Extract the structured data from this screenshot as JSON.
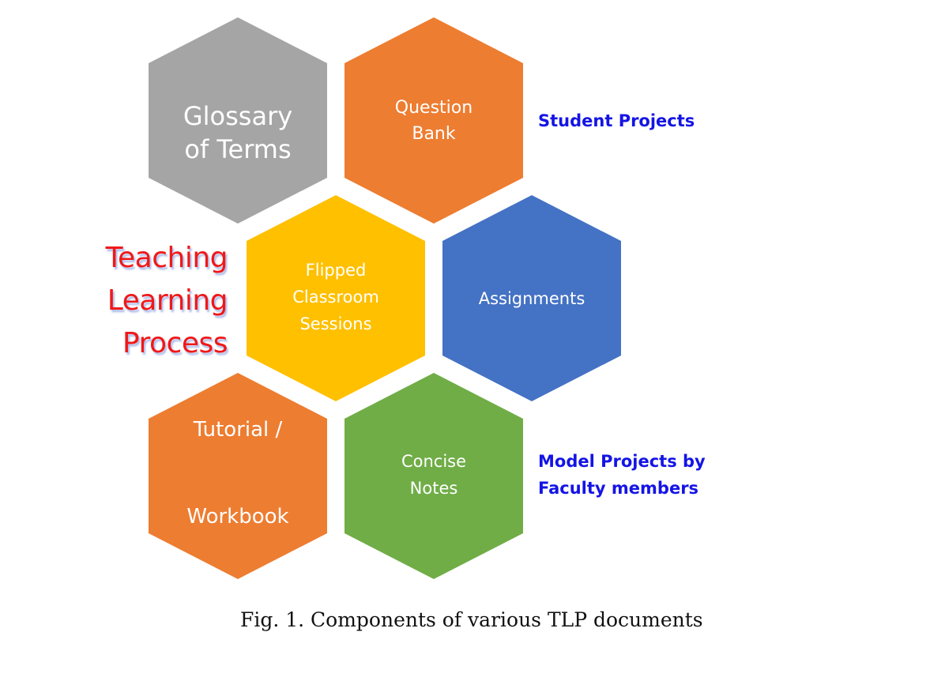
{
  "diagram": {
    "side_title": {
      "lines": [
        "Teaching",
        "Learning",
        "Process"
      ],
      "color": "#f01818"
    },
    "hexagons": [
      {
        "id": "glossary",
        "lines": [
          "Glossary",
          "of Terms"
        ],
        "color": "#a5a5a5"
      },
      {
        "id": "question-bank",
        "lines": [
          "Question",
          "Bank"
        ],
        "color": "#ed7d31"
      },
      {
        "id": "flipped",
        "lines": [
          "Flipped",
          "Classroom",
          "Sessions"
        ],
        "color": "#ffc000"
      },
      {
        "id": "assignments",
        "lines": [
          "Assignments"
        ],
        "color": "#4472c4"
      },
      {
        "id": "tutorial",
        "lines": [
          "Tutorial /",
          "Workbook"
        ],
        "color": "#ed7d31"
      },
      {
        "id": "concise-notes",
        "lines": [
          "Concise",
          "Notes"
        ],
        "color": "#70ad47"
      }
    ],
    "annotations": [
      {
        "id": "student-projects",
        "lines": [
          "Student Projects"
        ],
        "color": "#1414e6"
      },
      {
        "id": "model-projects",
        "lines": [
          "Model Projects by",
          "Faculty members"
        ],
        "color": "#1414e6"
      }
    ],
    "caption": "Fig. 1. Components of various TLP documents"
  }
}
